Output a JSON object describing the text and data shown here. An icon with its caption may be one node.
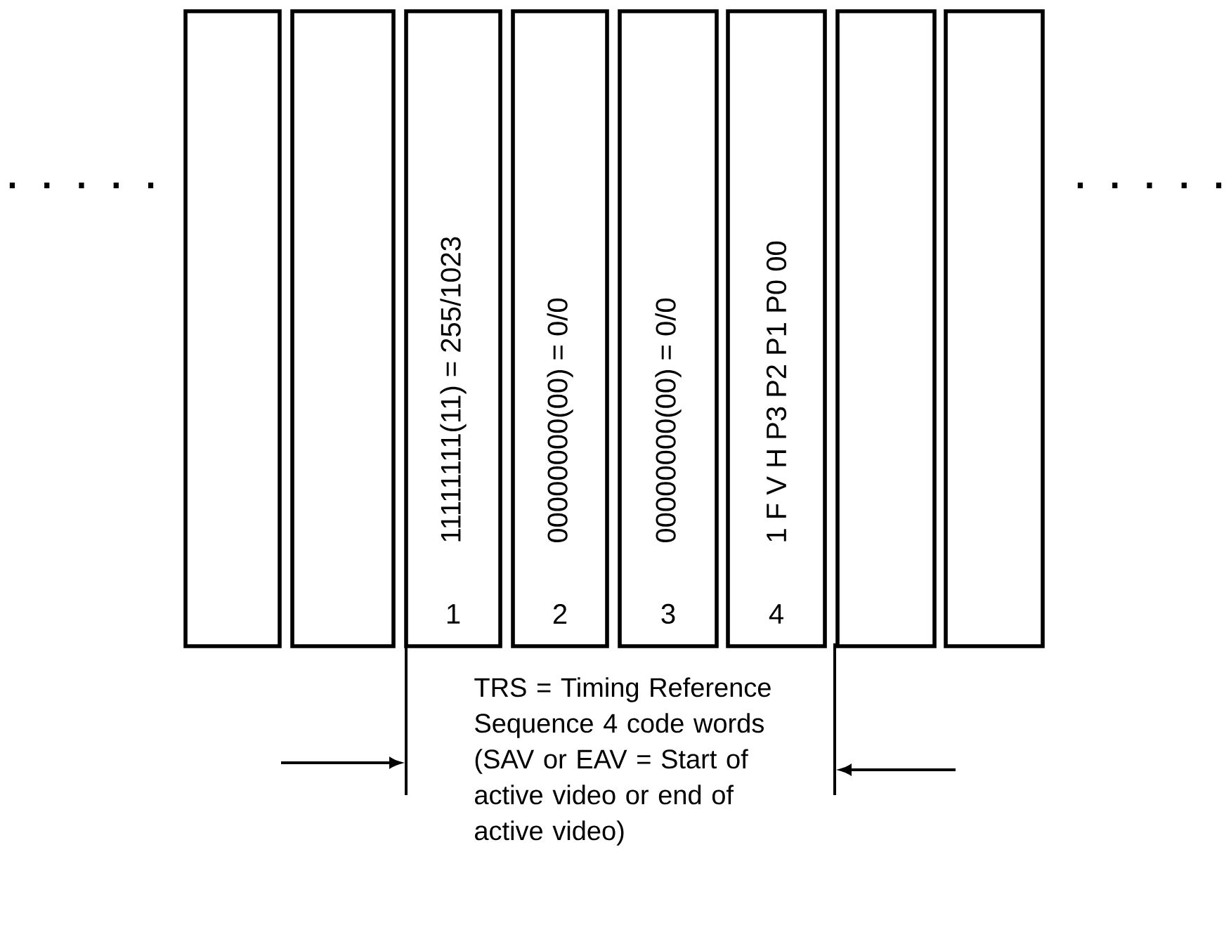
{
  "diagram": {
    "nodes": [
      {
        "text": [],
        "shape": "box"
      },
      {
        "text": [],
        "shape": "box"
      },
      {
        "text": [
          "11111111(11) = 255/1023",
          "1"
        ]
      },
      {
        "text": [
          "00000000(00) = 0/0",
          "2"
        ]
      },
      {
        "text": [
          "00000000(00) = 0/0",
          "3"
        ]
      },
      {
        "text": [
          "1 F V H P3 P2 P1 P0 00",
          "4"
        ]
      },
      {
        "text": [],
        "shape": "box"
      },
      {
        "text": [],
        "shape": "box"
      }
    ],
    "labels": [
      ". . . . .",
      ". . . . .",
      "TRS = Timing Reference Sequence 4 code words (SAV or EAV = Start of active video or end of active video)"
    ]
  }
}
